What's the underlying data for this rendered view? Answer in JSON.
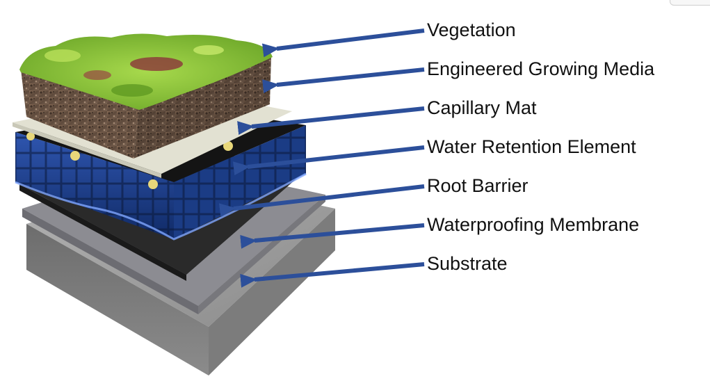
{
  "labels": [
    "Vegetation",
    "Engineered Growing Media",
    "Capillary Mat",
    "Water Retention Element",
    "Root Barrier",
    "Waterproofing Membrane",
    "Substrate"
  ],
  "colors": {
    "arrow": "#2c4f9a",
    "vegetation": "#8cc63f",
    "soil": "#6e5848",
    "capillary_mat": "#e3e2d4",
    "retention": "#1f3f86",
    "root_barrier": "#2b2b2b",
    "membrane": "#8a8a8e",
    "substrate": "#9a9a9a"
  }
}
